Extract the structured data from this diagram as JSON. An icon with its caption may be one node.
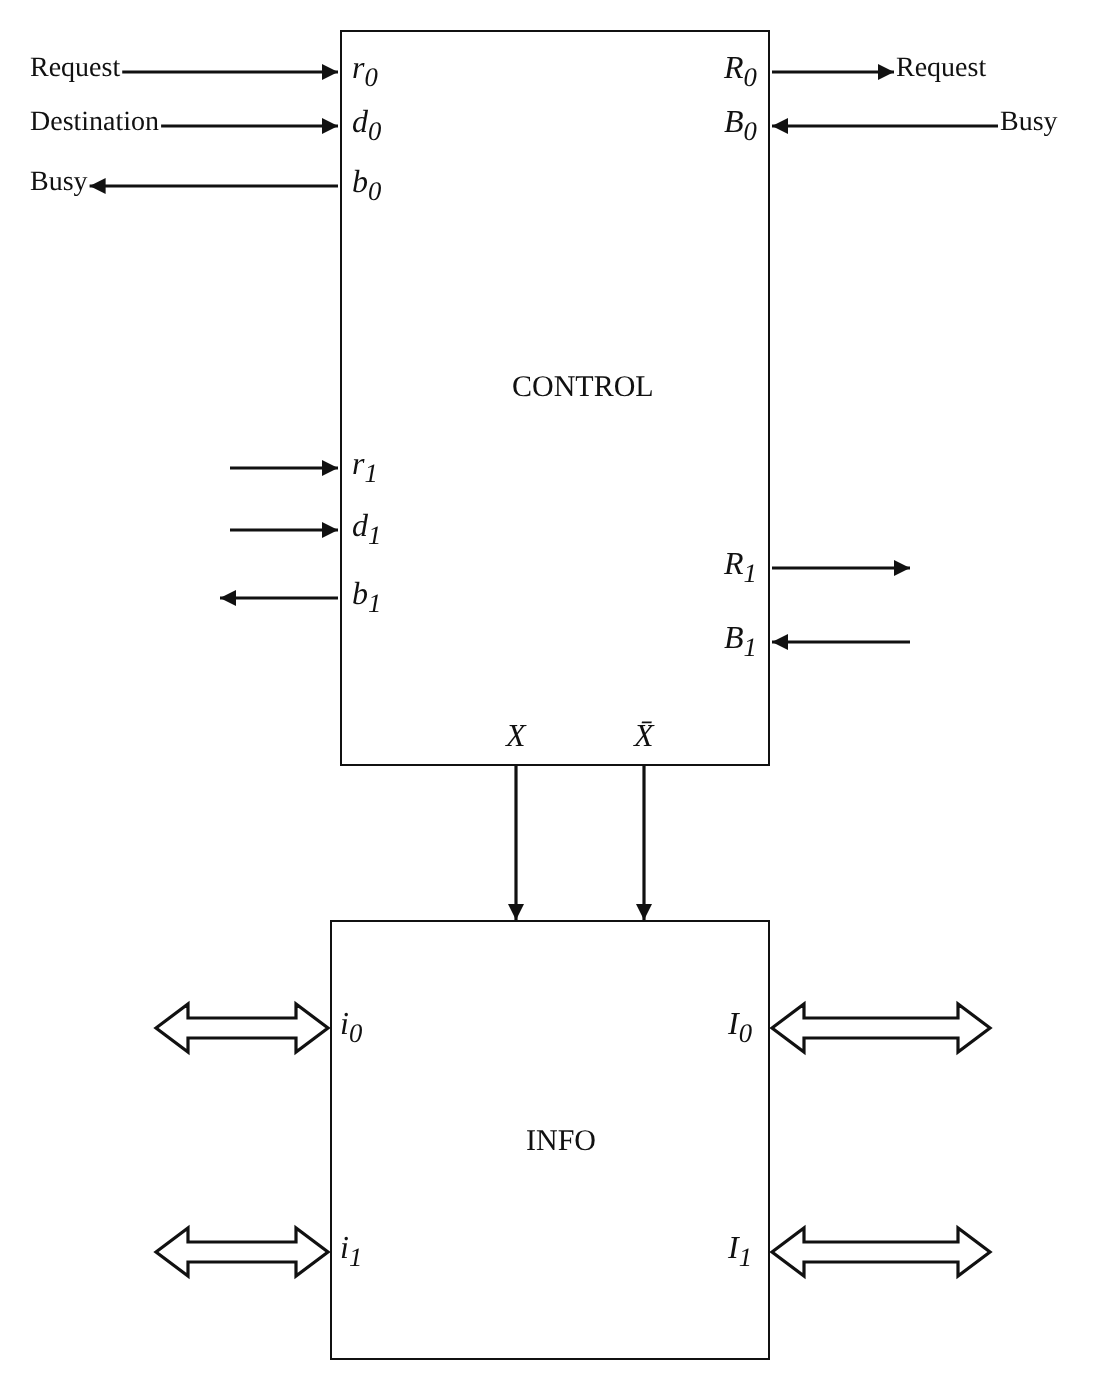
{
  "diagram": {
    "nodes": [
      {
        "text": [
          "CONTROL"
        ]
      },
      {
        "text": [
          "INFO"
        ]
      },
      {
        "text": [
          "Request"
        ]
      },
      {
        "text": [
          "Destination"
        ]
      },
      {
        "text": [
          "Busy"
        ]
      },
      {
        "text": [
          "Request"
        ]
      },
      {
        "text": [
          "Busy"
        ]
      }
    ],
    "edges": [
      {
        "from": 2,
        "to": 0,
        "arrow": "to"
      },
      {
        "from": 3,
        "to": 0,
        "arrow": "to"
      },
      {
        "from": 0,
        "to": 4,
        "arrow": "to"
      },
      {
        "from": 0,
        "to": 5,
        "arrow": "to"
      },
      {
        "from": 6,
        "to": 0,
        "arrow": "to"
      },
      {
        "from": null,
        "to": 0,
        "arrow": "to"
      },
      {
        "from": null,
        "to": 0,
        "arrow": "to"
      },
      {
        "from": 0,
        "to": null,
        "arrow": "to"
      },
      {
        "from": 0,
        "to": null,
        "arrow": "to"
      },
      {
        "from": null,
        "to": 0,
        "arrow": "to"
      },
      {
        "from": 0,
        "to": 1,
        "arrow": "to"
      },
      {
        "from": 0,
        "to": 1,
        "arrow": "to"
      },
      {
        "from": null,
        "to": 1,
        "arrow": "both",
        "style": "thick"
      },
      {
        "from": null,
        "to": 1,
        "arrow": "both",
        "style": "thick"
      },
      {
        "from": 1,
        "to": null,
        "arrow": "both",
        "style": "thick"
      },
      {
        "from": 1,
        "to": null,
        "arrow": "both",
        "style": "thick"
      }
    ],
    "labels": [
      "r$_{0}$",
      "R$_{0}$",
      "d$_{0}$",
      "B$_{0}$",
      "b$_{0}$",
      "r$_{1}$",
      "d$_{1}$",
      "R$_{1}$",
      "b$_{1}$",
      "B$_{1}$",
      "X",
      "X̄",
      "i$_{0}$",
      "I$_{0}$",
      "i$_{1}$",
      "I$_{1}$"
    ]
  }
}
